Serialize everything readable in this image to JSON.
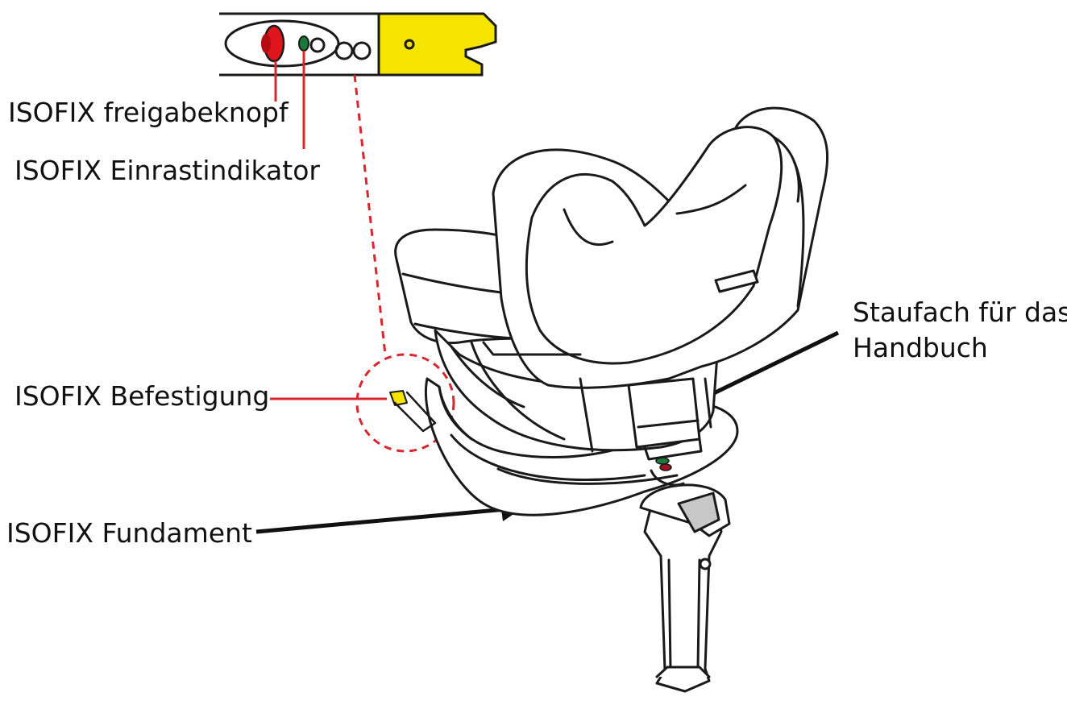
{
  "labels": {
    "release_button": "ISOFIX freigabeknopf",
    "lock_indicator": "ISOFIX Einrastindikator",
    "attachment": "ISOFIX Befestigung",
    "base": "ISOFIX Fundament",
    "storage_line1": "Staufach für das",
    "storage_line2": "Handbuch"
  },
  "colors": {
    "release_button": "#e0141b",
    "lock_indicator": "#1a7a3a",
    "connector_yellow": "#f5e400",
    "leader_red": "#d8262c",
    "outline": "#1a1a1a"
  }
}
